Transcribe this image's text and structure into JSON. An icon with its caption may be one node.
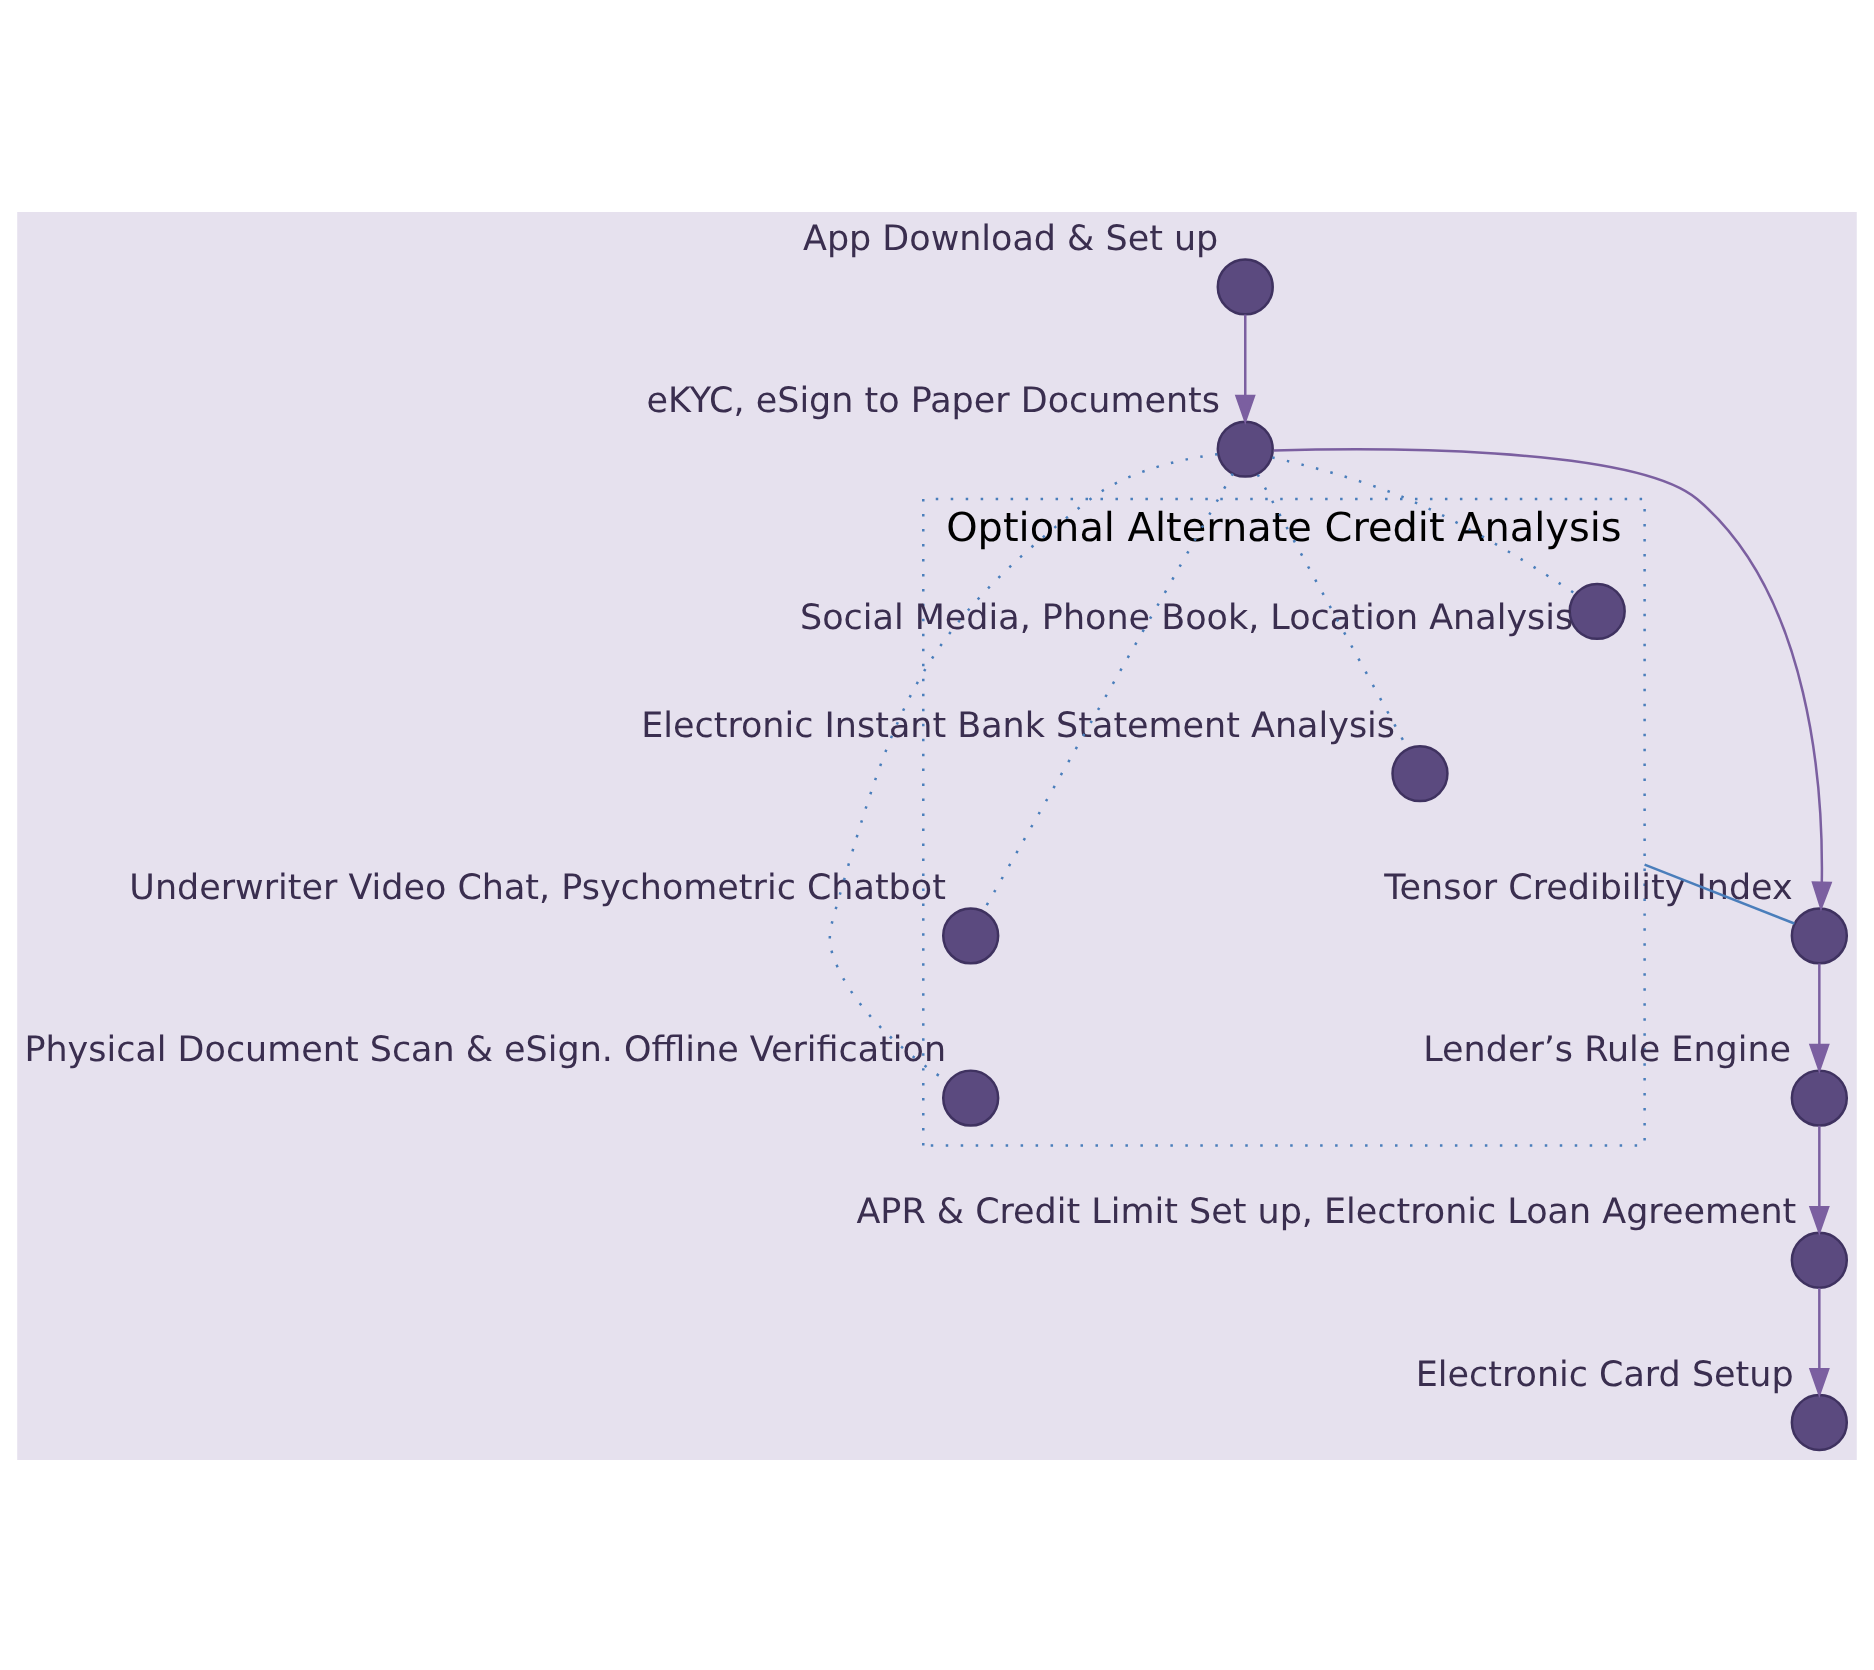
{
  "diagram": {
    "nodes": [
      {
        "text": [],
        "shape": "circle",
        "beside": [
          "App Download & Set up"
        ]
      },
      {
        "text": [],
        "shape": "circle",
        "beside": [
          "eKYC, eSign to Paper Documents"
        ]
      },
      {
        "text": [
          "Optional Alternate Credit Analysis"
        ]
      },
      {
        "text": [],
        "shape": "circle",
        "beside": [
          "Social Media, Phone Book, Location Analysis"
        ],
        "in": 2
      },
      {
        "text": [],
        "shape": "circle",
        "beside": [
          "Electronic Instant Bank Statement Analysis"
        ],
        "in": 2
      },
      {
        "text": [],
        "shape": "circle",
        "beside": [
          "Underwriter Video Chat, Psychometric Chatbot"
        ],
        "in": 2
      },
      {
        "text": [],
        "shape": "circle",
        "beside": [
          "Physical Document Scan & eSign. Offline Verification"
        ],
        "in": 2
      },
      {
        "text": [],
        "shape": "circle",
        "beside": [
          "Tensor Credibility Index"
        ]
      },
      {
        "text": [],
        "shape": "circle",
        "beside": [
          "Lender’s Rule Engine"
        ]
      },
      {
        "text": [],
        "shape": "circle",
        "beside": [
          "APR & Credit Limit Set up, Electronic Loan Agreement"
        ]
      },
      {
        "text": [],
        "shape": "circle",
        "beside": [
          "Electronic Card Setup"
        ]
      }
    ],
    "edges": [
      {
        "from": 0,
        "to": 1,
        "arrow": "to"
      },
      {
        "from": 1,
        "to": 7,
        "arrow": "to"
      },
      {
        "from": 1,
        "to": 3,
        "arrow": "none",
        "style": "dashed",
        "color": "#4a7ebb"
      },
      {
        "from": 1,
        "to": 4,
        "arrow": "none",
        "style": "dashed",
        "color": "#4a7ebb"
      },
      {
        "from": 1,
        "to": 5,
        "arrow": "none",
        "style": "dashed",
        "color": "#4a7ebb"
      },
      {
        "from": 1,
        "to": 6,
        "arrow": "none",
        "style": "dashed",
        "color": "#4a7ebb"
      },
      {
        "from": 2,
        "to": 7,
        "arrow": "none",
        "color": "#4a7ebb"
      },
      {
        "from": 7,
        "to": 8,
        "arrow": "to"
      },
      {
        "from": 8,
        "to": 9,
        "arrow": "to"
      },
      {
        "from": 9,
        "to": 10,
        "arrow": "to"
      }
    ]
  }
}
